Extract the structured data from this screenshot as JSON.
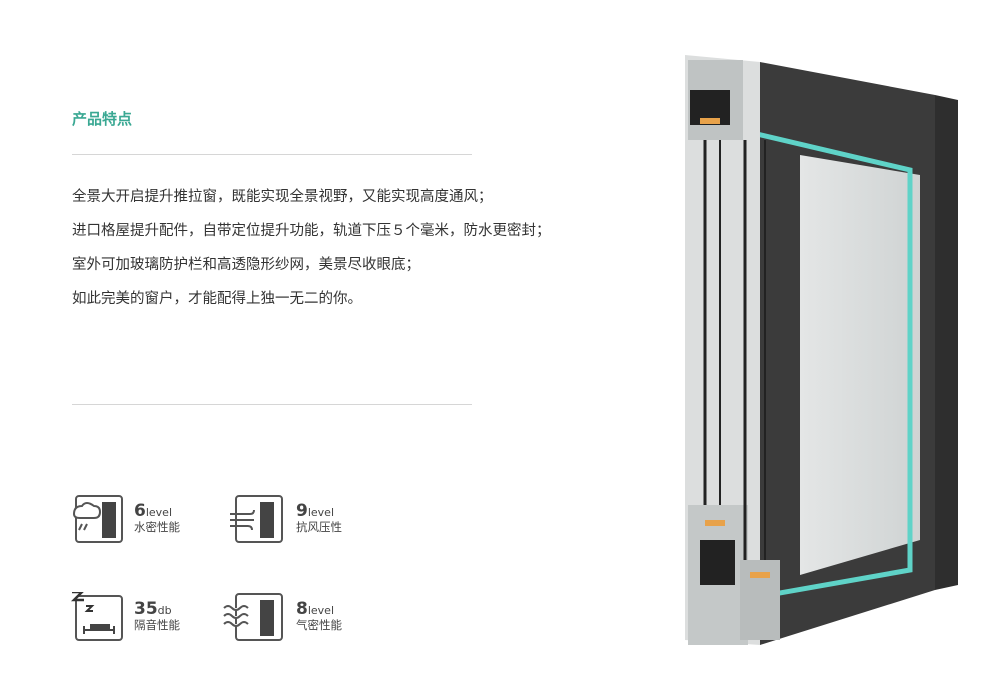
{
  "section_title": "产品特点",
  "description_lines": [
    "全景大开启提升推拉窗，既能实现全景视野，又能实现高度通风；",
    "进口格屋提升配件，自带定位提升功能，轨道下压５个毫米，防水更密封；",
    "室外可加玻璃防护栏和高透隐形纱网，美景尽收眼底；",
    "如此完美的窗户，才能配得上独一无二的你。"
  ],
  "features": [
    {
      "icon": "rain-cloud-icon",
      "value": "6",
      "unit": "level",
      "label": "水密性能"
    },
    {
      "icon": "wind-icon",
      "value": "9",
      "unit": "level",
      "label": "抗风压性"
    },
    {
      "icon": "sound-bed-icon",
      "value": "35",
      "unit": "db",
      "label": "隔音性能"
    },
    {
      "icon": "air-wave-icon",
      "value": "8",
      "unit": "level",
      "label": "气密性能"
    }
  ],
  "colors": {
    "accent": "#3aa893",
    "frame": "#3b3b3b",
    "glass_edge": "#5fd3c8"
  }
}
